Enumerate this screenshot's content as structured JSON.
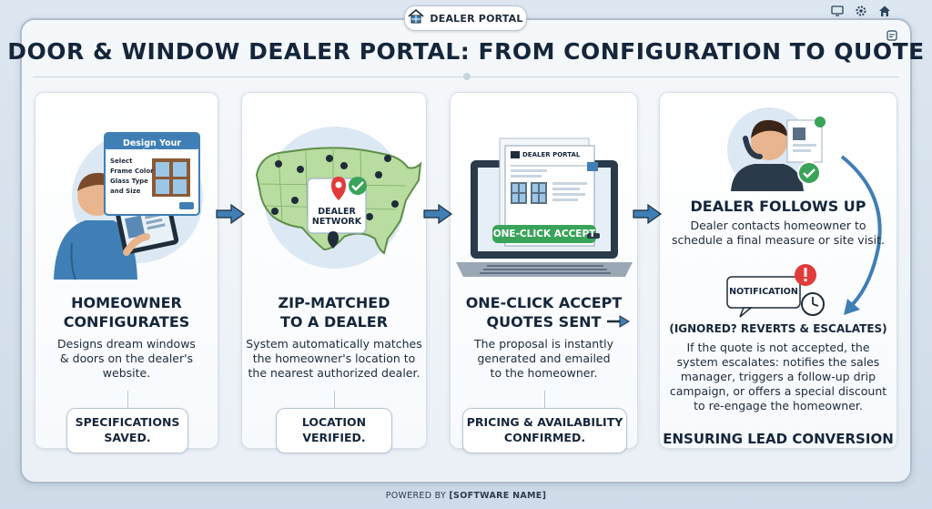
{
  "top_tab": {
    "label": "DEALER PORTAL"
  },
  "title": "DOOR & WINDOW DEALER PORTAL: FROM CONFIGURATION TO QUOTE",
  "steps": [
    {
      "screen_title": "Design Your Window",
      "screen_lines": [
        "Select",
        "Frame Color",
        "Glass Type",
        "and Size"
      ],
      "heading_line1": "HOMEOWNER",
      "heading_line2": "CONFIGURATES",
      "body_lines": [
        "Designs dream windows",
        "& doors on the dealer's",
        "website."
      ],
      "pill_line1": "SPECIFICATIONS",
      "pill_line2": "SAVED."
    },
    {
      "map_label_line1": "DEALER",
      "map_label_line2": "NETWORK",
      "heading_line1": "ZIP-MATCHED",
      "heading_line2": "TO A DEALER",
      "body_lines": [
        "System automatically matches",
        "the homeowner's location to",
        "the nearest authorized dealer."
      ],
      "pill_line1": "LOCATION",
      "pill_line2": "VERIFIED."
    },
    {
      "doc_header": "DEALER PORTAL",
      "accept_button": "ONE-CLICK ACCEPT",
      "heading_line1": "ONE-CLICK ACCEPT",
      "heading_line2": "QUOTES SENT",
      "body_lines": [
        "The proposal is instantly",
        "generated and emailed",
        "to the homeowner."
      ],
      "pill_line1": "PRICING & AVAILABILITY",
      "pill_line2": "CONFIRMED."
    },
    {
      "heading": "DEALER FOLLOWS UP",
      "body_lines": [
        "Dealer contacts homeowner to",
        "schedule a final measure or site visit."
      ],
      "notification_label": "NOTIFICATION",
      "sub_heading": "(IGNORED? REVERTS & ESCALATES)",
      "escalation_lines": [
        "If the quote is not accepted, the",
        "system escalates: notifies the sales",
        "manager, triggers a follow-up drip",
        "campaign, or offers a special discount",
        "to re-engage the homeowner."
      ],
      "closing": "ENSURING LEAD CONVERSION"
    }
  ],
  "footer": {
    "prefix": "POWERED BY",
    "name": "[SOFTWARE NAME]"
  },
  "colors": {
    "accent_blue": "#3f7fb5",
    "accept_green": "#3aa35a",
    "alert_red": "#e23b3b",
    "map_green": "#b9dca0"
  }
}
